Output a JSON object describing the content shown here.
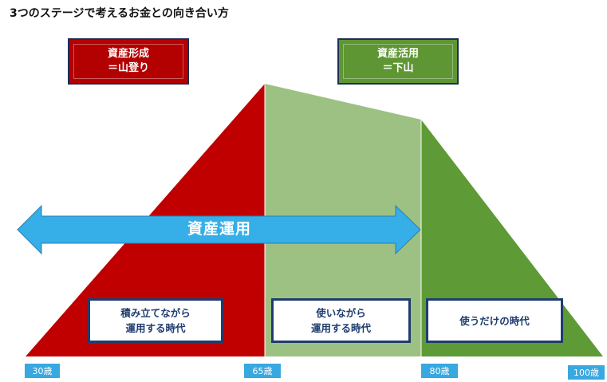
{
  "title": "3つのステージで考えるお金との向き合い方",
  "top_labels": {
    "formation": {
      "line1": "資産形成",
      "line2": "＝山登り"
    },
    "utilization": {
      "line1": "資産活用",
      "line2": "＝下山"
    }
  },
  "arrow_label": "資産運用",
  "stages": [
    {
      "line1": "積み立てながら",
      "line2": "運用する時代"
    },
    {
      "line1": "使いながら",
      "line2": "運用する時代"
    },
    {
      "line1": "使うだけの時代",
      "line2": ""
    }
  ],
  "ages": [
    "30歳",
    "65歳",
    "80歳",
    "100歳"
  ],
  "colors": {
    "red": "#c00000",
    "light_green": "#9dc183",
    "green": "#5e9a35",
    "arrow": "#36aee8",
    "box_border": "#1f3c6e"
  }
}
